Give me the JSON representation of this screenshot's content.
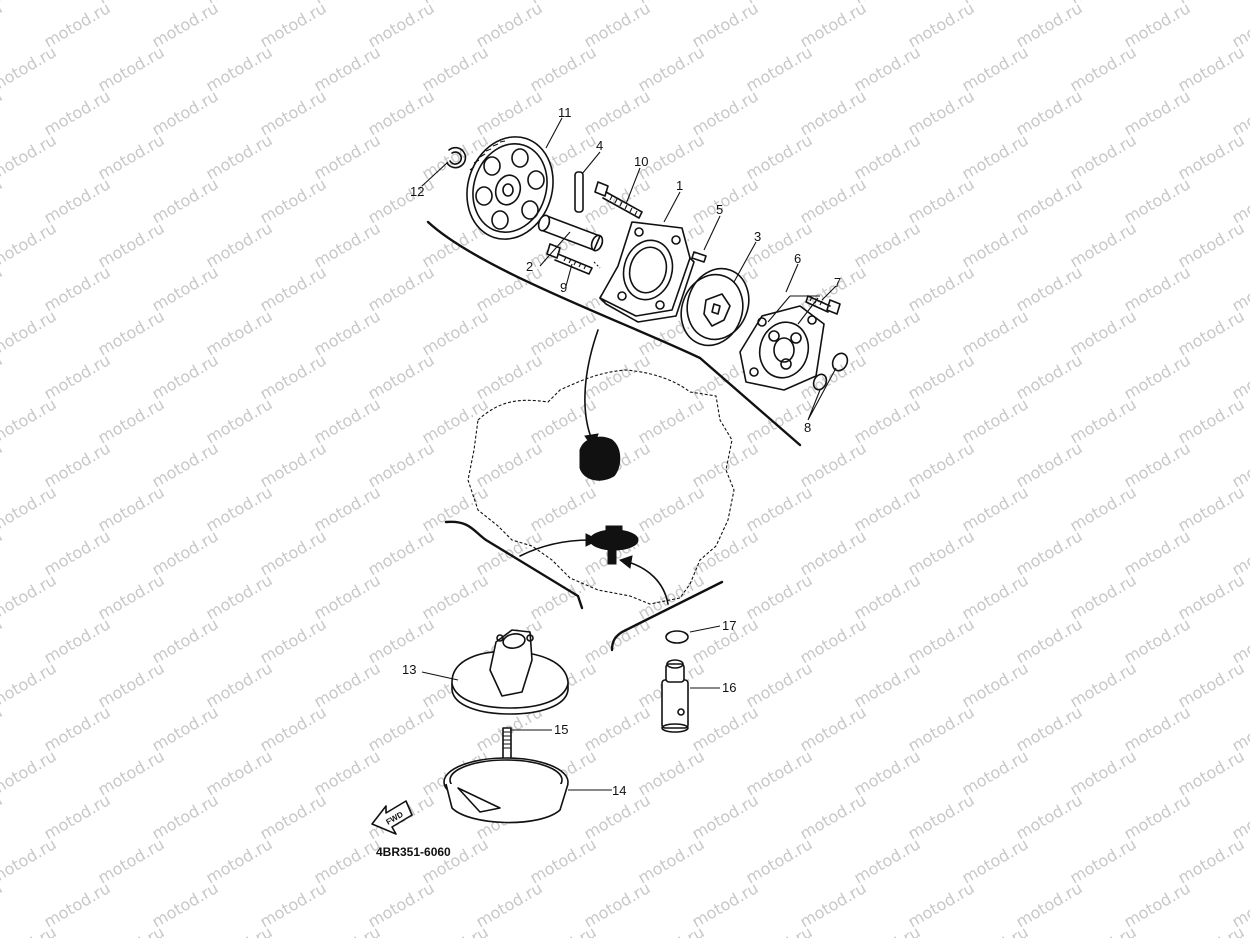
{
  "watermark": {
    "text": "motod.ru"
  },
  "diagram": {
    "part_code": "4BR351-6060",
    "direction_label": "FWD",
    "callouts": [
      {
        "id": "p1",
        "label": "1"
      },
      {
        "id": "p2",
        "label": "2"
      },
      {
        "id": "p3",
        "label": "3"
      },
      {
        "id": "p4",
        "label": "4"
      },
      {
        "id": "p5",
        "label": "5"
      },
      {
        "id": "p6",
        "label": "6"
      },
      {
        "id": "p7",
        "label": "7"
      },
      {
        "id": "p8",
        "label": "8"
      },
      {
        "id": "p9",
        "label": "9"
      },
      {
        "id": "p10",
        "label": "10"
      },
      {
        "id": "p11",
        "label": "11"
      },
      {
        "id": "p12",
        "label": "12"
      },
      {
        "id": "p13",
        "label": "13"
      },
      {
        "id": "p14",
        "label": "14"
      },
      {
        "id": "p15",
        "label": "15"
      },
      {
        "id": "p16",
        "label": "16"
      },
      {
        "id": "p17",
        "label": "17"
      }
    ]
  }
}
